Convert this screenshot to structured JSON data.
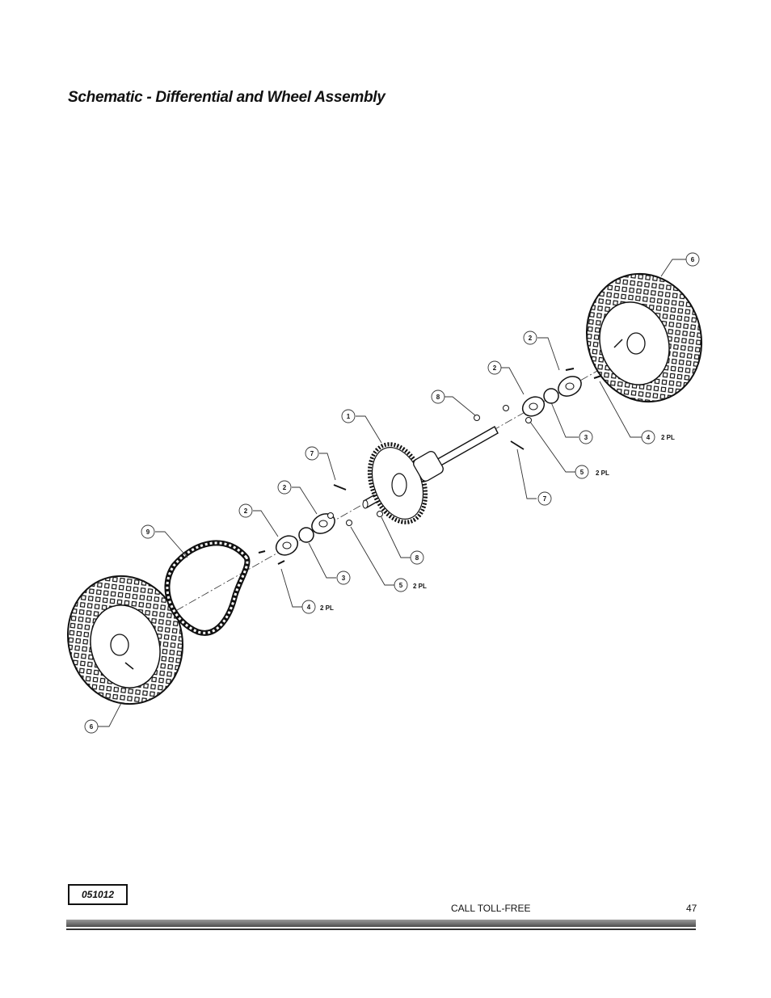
{
  "page": {
    "title": "Schematic - Differential and Wheel Assembly",
    "doc_code": "051012",
    "phone_label": "CALL TOLL-FREE",
    "page_number": "47"
  },
  "callouts": {
    "c6_top": "6",
    "c2_a": "2",
    "c2_b": "2",
    "c8_top": "8",
    "c1": "1",
    "c3_top": "3",
    "c4_top": "4",
    "c4_top_qty": "2 PL",
    "c5_top": "5",
    "c5_top_qty": "2 PL",
    "c7_top": "7",
    "c7_bottom": "7",
    "c2_c": "2",
    "c2_d": "2",
    "c9": "9",
    "c8_bottom": "8",
    "c3_bottom": "3",
    "c5_bottom": "5",
    "c5_bottom_qty": "2 PL",
    "c4_bottom": "4",
    "c4_bottom_qty": "2 PL",
    "c6_bottom": "6"
  }
}
